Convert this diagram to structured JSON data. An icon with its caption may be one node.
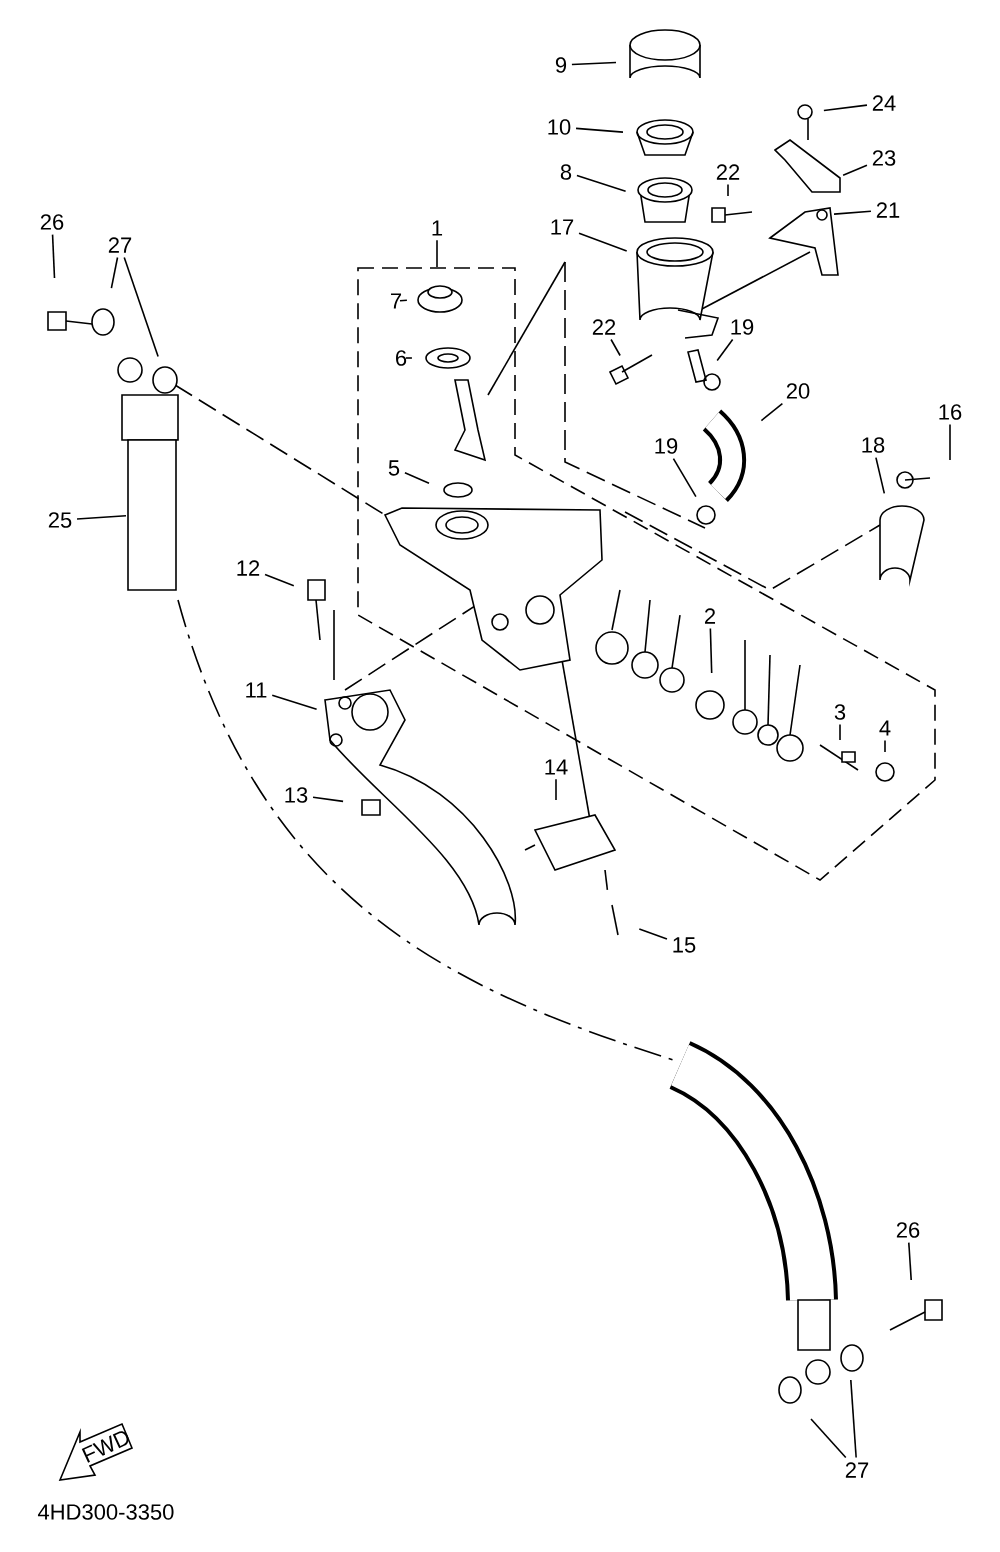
{
  "diagram": {
    "nodes": [
      {
        "text": [
          "9"
        ]
      },
      {
        "text": [
          "24"
        ]
      },
      {
        "text": [
          "10"
        ]
      },
      {
        "text": [
          "23"
        ]
      },
      {
        "text": [
          "8"
        ]
      },
      {
        "text": [
          "22"
        ]
      },
      {
        "text": [
          "21"
        ]
      },
      {
        "text": [
          "26"
        ]
      },
      {
        "text": [
          "17"
        ]
      },
      {
        "text": [
          "1"
        ]
      },
      {
        "text": [
          "27"
        ]
      },
      {
        "text": [
          "7"
        ]
      },
      {
        "text": [
          "22"
        ]
      },
      {
        "text": [
          "19"
        ]
      },
      {
        "text": [
          "6"
        ]
      },
      {
        "text": [
          "20"
        ]
      },
      {
        "text": [
          "16"
        ]
      },
      {
        "text": [
          "18"
        ]
      },
      {
        "text": [
          "19"
        ]
      },
      {
        "text": [
          "5"
        ]
      },
      {
        "text": [
          "25"
        ]
      },
      {
        "text": [
          "12"
        ]
      },
      {
        "text": [
          "2"
        ]
      },
      {
        "text": [
          "11"
        ]
      },
      {
        "text": [
          "3"
        ]
      },
      {
        "text": [
          "4"
        ]
      },
      {
        "text": [
          "14"
        ]
      },
      {
        "text": [
          "13"
        ]
      },
      {
        "text": [
          "15"
        ]
      },
      {
        "text": [
          "26"
        ]
      },
      {
        "text": [
          "27"
        ]
      }
    ],
    "edges": [
      {
        "from": 0,
        "to": null,
        "arrow": "none"
      },
      {
        "from": 1,
        "to": null,
        "arrow": "none"
      },
      {
        "from": 2,
        "to": null,
        "arrow": "none"
      },
      {
        "from": 3,
        "to": null,
        "arrow": "none"
      },
      {
        "from": 4,
        "to": null,
        "arrow": "none"
      },
      {
        "from": 5,
        "to": null,
        "arrow": "none"
      },
      {
        "from": 6,
        "to": null,
        "arrow": "none"
      },
      {
        "from": 7,
        "to": null,
        "arrow": "none"
      },
      {
        "from": 8,
        "to": null,
        "arrow": "none"
      },
      {
        "from": 9,
        "to": null,
        "arrow": "none"
      },
      {
        "from": 10,
        "to": null,
        "arrow": "none"
      },
      {
        "from": 10,
        "to": null,
        "arrow": "none"
      },
      {
        "from": 11,
        "to": null,
        "arrow": "none"
      },
      {
        "from": 12,
        "to": null,
        "arrow": "none"
      },
      {
        "from": 13,
        "to": null,
        "arrow": "none"
      },
      {
        "from": 14,
        "to": null,
        "arrow": "none"
      },
      {
        "from": 15,
        "to": null,
        "arrow": "none"
      },
      {
        "from": 16,
        "to": null,
        "arrow": "none"
      },
      {
        "from": 17,
        "to": null,
        "arrow": "none"
      },
      {
        "from": 18,
        "to": null,
        "arrow": "none"
      },
      {
        "from": 19,
        "to": null,
        "arrow": "none"
      },
      {
        "from": 20,
        "to": null,
        "arrow": "none"
      },
      {
        "from": 21,
        "to": null,
        "arrow": "none"
      },
      {
        "from": 22,
        "to": null,
        "arrow": "none"
      },
      {
        "from": 23,
        "to": null,
        "arrow": "none"
      },
      {
        "from": 24,
        "to": null,
        "arrow": "none"
      },
      {
        "from": 25,
        "to": null,
        "arrow": "none"
      },
      {
        "from": 26,
        "to": null,
        "arrow": "none"
      },
      {
        "from": 27,
        "to": null,
        "arrow": "none"
      },
      {
        "from": 28,
        "to": null,
        "arrow": "none"
      },
      {
        "from": 29,
        "to": null,
        "arrow": "none"
      },
      {
        "from": 30,
        "to": null,
        "arrow": "none"
      },
      {
        "from": 30,
        "to": null,
        "arrow": "none"
      }
    ],
    "labels": [
      "FWD",
      "4HD300-3350"
    ]
  }
}
